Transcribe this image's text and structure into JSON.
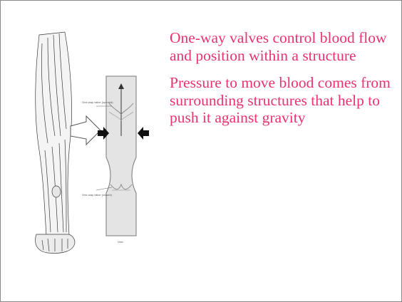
{
  "slide": {
    "bullets": [
      "One-way valves control blood flow and position within a structure",
      "Pressure to move blood comes from surrounding structures that help to push it against gravity"
    ]
  },
  "figure": {
    "valve_open_label": "One-way valve (opened)",
    "valve_closed_label": "One-way valve (closed)",
    "vein_label": "Vein"
  },
  "colors": {
    "text": "#e8336d",
    "border": "#8a8a8a"
  }
}
